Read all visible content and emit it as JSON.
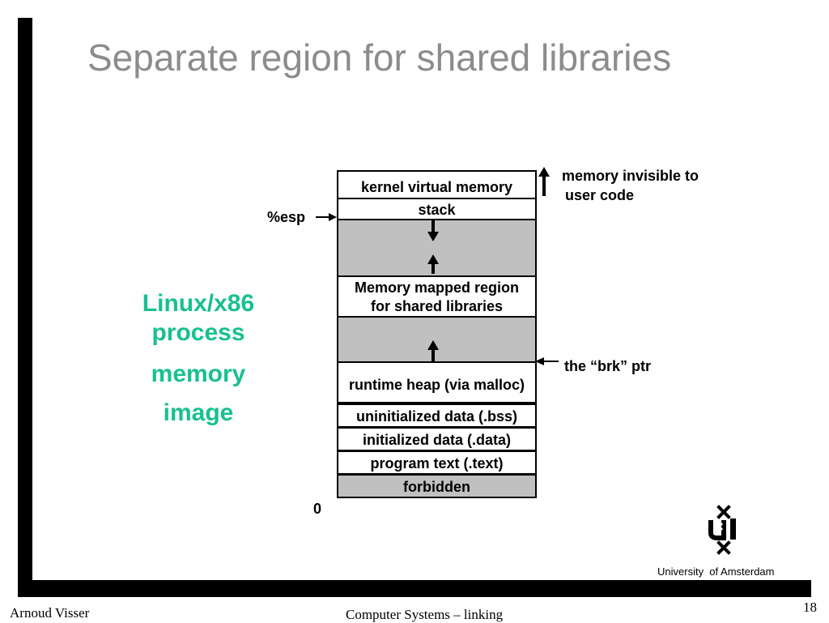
{
  "slide": {
    "title": "Separate region for shared libraries",
    "side_label": [
      "Linux/x86",
      "process",
      "memory",
      "image"
    ],
    "memory_regions": {
      "kernel": "kernel virtual memory",
      "stack": "stack",
      "shared_libs_line1": "Memory mapped region",
      "shared_libs_line2": "for shared libraries",
      "heap": "runtime heap (via malloc)",
      "bss": "uninitialized data (.bss)",
      "data": "initialized data (.data)",
      "text": "program text (.text)",
      "forbidden": "forbidden"
    },
    "annotations": {
      "invisible_line1": "memory invisible to",
      "invisible_line2": "user code",
      "esp": "%esp",
      "brk": "the “brk” ptr",
      "zero": "0"
    },
    "logo": {
      "text": "University  of Amsterdam"
    }
  },
  "footer": {
    "author": "Arnoud Visser",
    "course": "Computer Systems – linking",
    "page": "18"
  },
  "colors": {
    "title": "#8c8c8c",
    "side_label": "#18c090",
    "region_gray": "#c0c0c0"
  }
}
